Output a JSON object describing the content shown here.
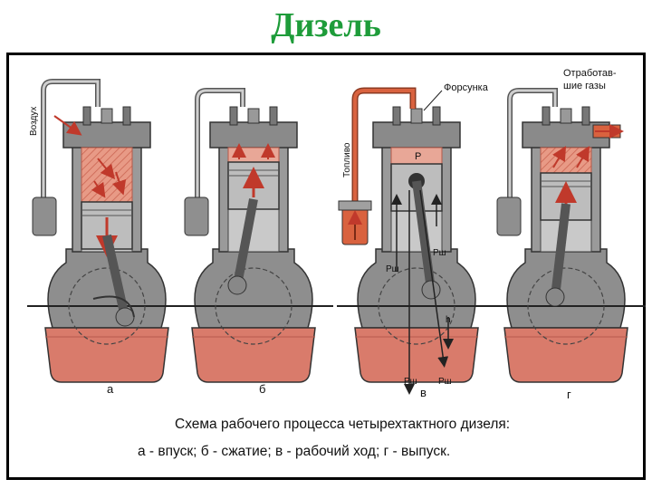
{
  "title": "Дизель",
  "labels": {
    "air": "Воздух",
    "injector": "Форсунка",
    "fuel": "Топливо",
    "exhaust_line1": "Отработав-",
    "exhaust_line2": "шие газы",
    "p": "P",
    "psh": "Pш",
    "h": "h",
    "v": "в"
  },
  "panels": [
    "а",
    "б",
    "в",
    "г"
  ],
  "caption": {
    "line1": "Схема рабочего процесса четырехтактного дизеля:",
    "line2": "а - впуск; б - сжатие; в - рабочий ход; г - выпуск."
  },
  "colors": {
    "title": "#1e9c3a",
    "body": "#8a8a8a",
    "charge": "#e58a78",
    "oil": "#dd7a6a",
    "fuel": "#d9623f",
    "arrow": "#c0392b"
  }
}
